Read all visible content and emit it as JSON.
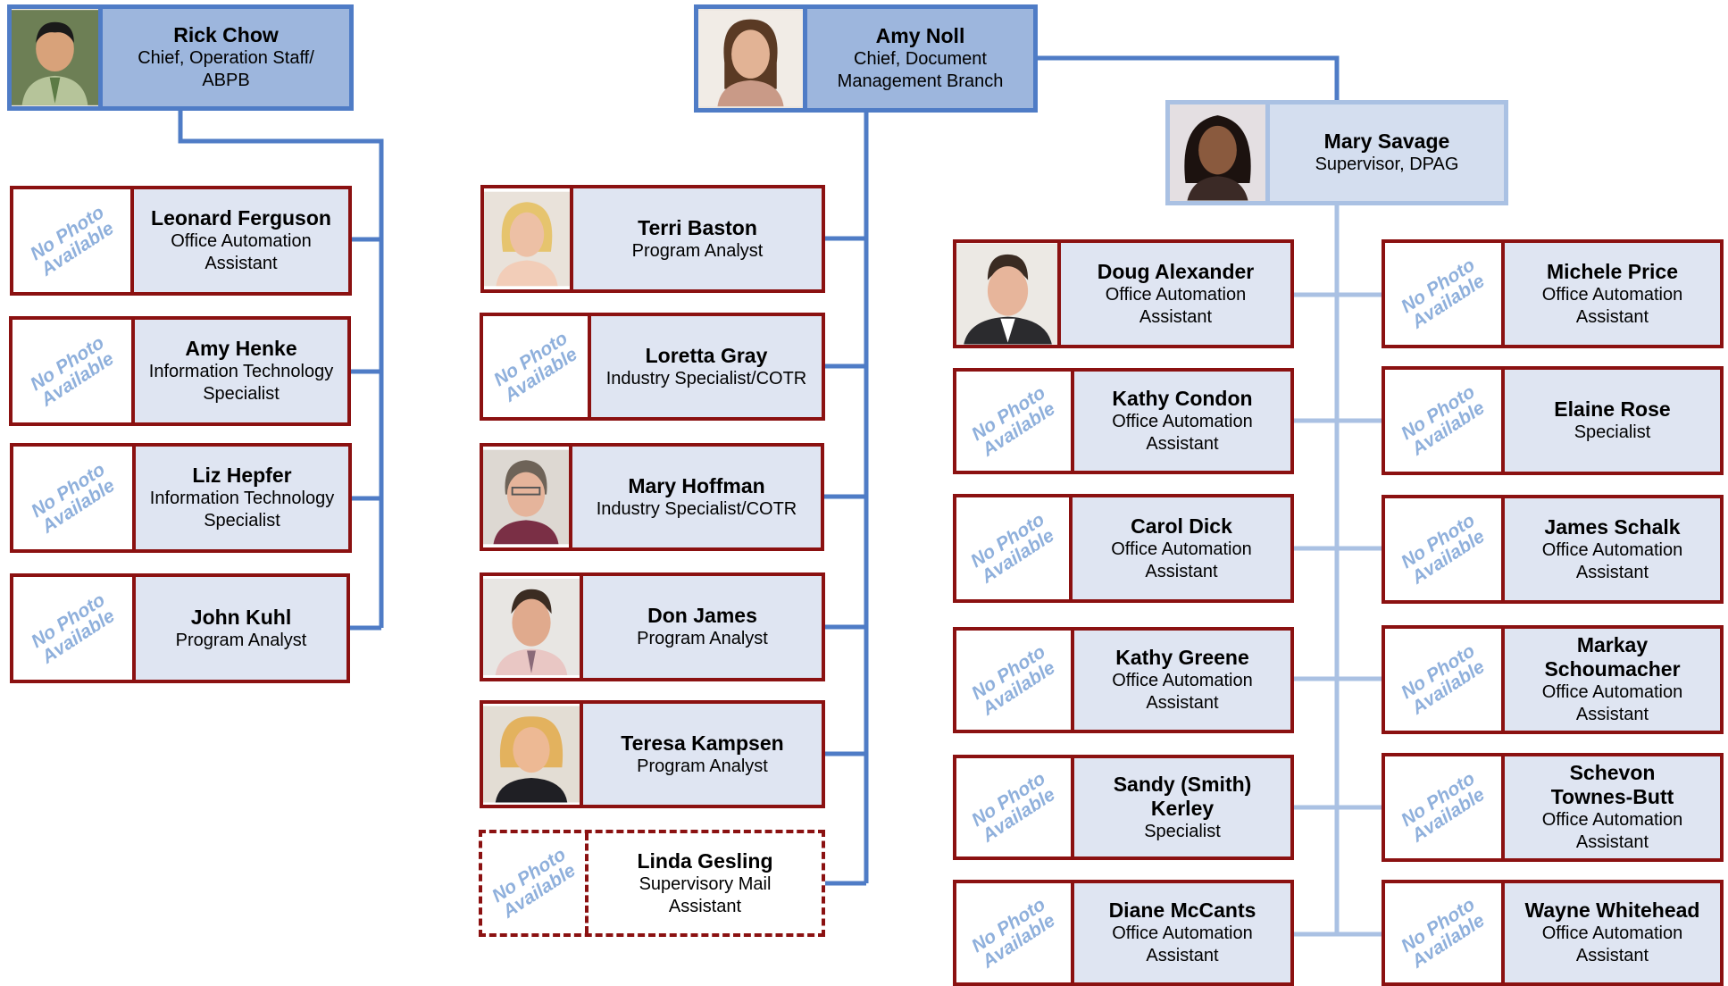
{
  "no_photo_label": "No Photo Available",
  "colors": {
    "head_border": "#4f7cc6",
    "head_fill": "#9db6dd",
    "supervisor_border": "#aac1e3",
    "staff_border": "#8b1111",
    "staff_fill": "#dfe5f2",
    "connector_dark": "#4f7cc6",
    "connector_light": "#aac1e3"
  },
  "heads": {
    "rick_chow": {
      "name": "Rick Chow",
      "title": "Chief, Operation Staff/ ABPB"
    },
    "amy_noll": {
      "name": "Amy Noll",
      "title": "Chief, Document Management Branch"
    },
    "mary_savage": {
      "name": "Mary Savage",
      "title": "Supervisor, DPAG"
    }
  },
  "operation_staff": [
    {
      "name": "Leonard Ferguson",
      "title": "Office Automation Assistant",
      "photo": "none"
    },
    {
      "name": "Amy Henke",
      "title": "Information Technology Specialist",
      "photo": "none"
    },
    {
      "name": "Liz Hepfer",
      "title": "Information Technology Specialist",
      "photo": "none"
    },
    {
      "name": "John Kuhl",
      "title": "Program Analyst",
      "photo": "none"
    }
  ],
  "document_management": [
    {
      "name": "Terri Baston",
      "title": "Program Analyst",
      "photo": "portrait"
    },
    {
      "name": "Loretta Gray",
      "title": "Industry Specialist/COTR",
      "photo": "none"
    },
    {
      "name": "Mary Hoffman",
      "title": "Industry Specialist/COTR",
      "photo": "portrait"
    },
    {
      "name": "Don James",
      "title": "Program Analyst",
      "photo": "portrait"
    },
    {
      "name": "Teresa Kampsen",
      "title": "Program Analyst",
      "photo": "portrait"
    },
    {
      "name": "Linda Gesling",
      "title": "Supervisory Mail Assistant",
      "photo": "none",
      "vacant_style": "dashed"
    }
  ],
  "dpag_left": [
    {
      "name": "Doug Alexander",
      "title": "Office Automation Assistant",
      "photo": "portrait"
    },
    {
      "name": "Kathy Condon",
      "title": "Office Automation Assistant",
      "photo": "none"
    },
    {
      "name": "Carol Dick",
      "title": "Office Automation Assistant",
      "photo": "none"
    },
    {
      "name": "Kathy Greene",
      "title": "Office Automation Assistant",
      "photo": "none"
    },
    {
      "name": "Sandy (Smith) Kerley",
      "title": "Specialist",
      "photo": "none"
    },
    {
      "name": "Diane McCants",
      "title": "Office Automation Assistant",
      "photo": "none"
    }
  ],
  "dpag_right": [
    {
      "name": "Michele Price",
      "title": "Office Automation Assistant",
      "photo": "none"
    },
    {
      "name": "Elaine Rose",
      "title": "Specialist",
      "photo": "none"
    },
    {
      "name": "James Schalk",
      "title": "Office Automation Assistant",
      "photo": "none"
    },
    {
      "name": "Markay Schoumacher",
      "title": "Office Automation Assistant",
      "photo": "none"
    },
    {
      "name": "Schevon Townes-Butt",
      "title": "Office Automation Assistant",
      "photo": "none"
    },
    {
      "name": "Wayne Whitehead",
      "title": "Office Automation Assistant",
      "photo": "none"
    }
  ]
}
